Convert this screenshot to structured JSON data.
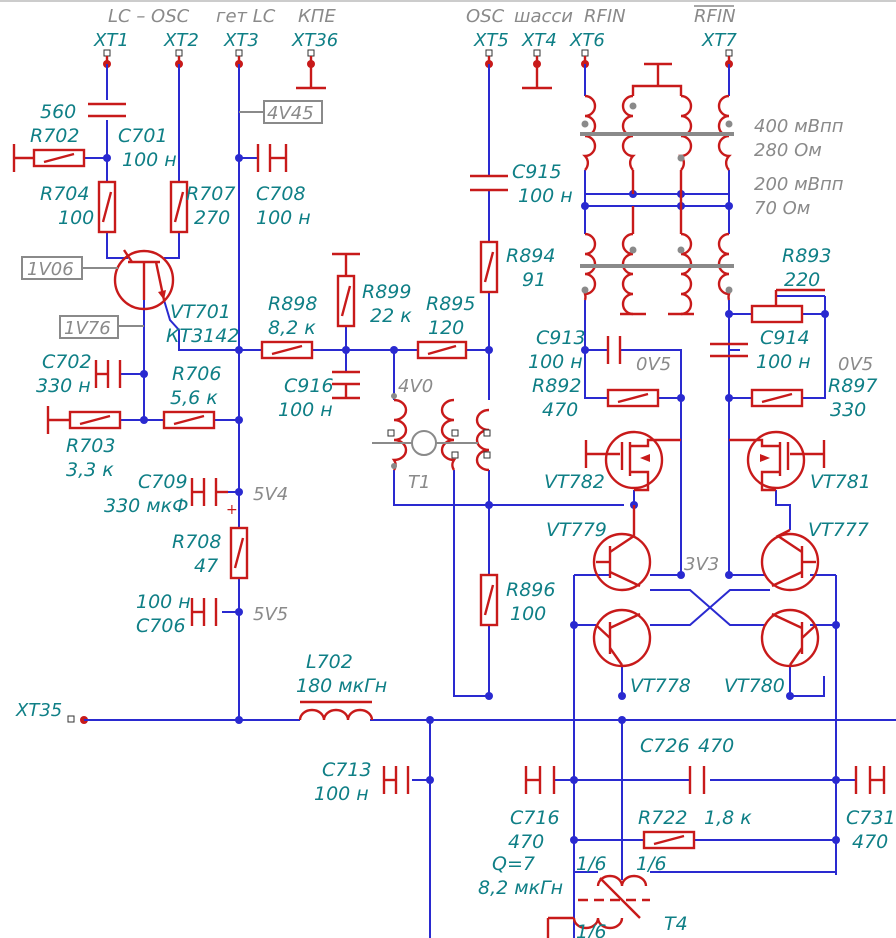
{
  "connectors": [
    {
      "id": "XT1",
      "header": "LC – OSC"
    },
    {
      "id": "XT2",
      "header": ""
    },
    {
      "id": "XT3",
      "header": "гет LC"
    },
    {
      "id": "XT36",
      "header": "КПЕ"
    },
    {
      "id": "XT5",
      "header": "OSC"
    },
    {
      "id": "XT4",
      "header": "шасси"
    },
    {
      "id": "XT6",
      "header": "RFIN"
    },
    {
      "id": "XT7",
      "header": "RFIN"
    },
    {
      "id": "XT35",
      "header": ""
    }
  ],
  "components": {
    "C_560": {
      "name": "",
      "value": "560"
    },
    "R702": {
      "name": "R702",
      "value": ""
    },
    "C701": {
      "name": "C701",
      "value": "100 н"
    },
    "R704": {
      "name": "R704",
      "value": "100"
    },
    "R707": {
      "name": "R707",
      "value": "270"
    },
    "C708": {
      "name": "C708",
      "value": "100 н"
    },
    "VT701": {
      "name": "VT701",
      "value": "КТ3142"
    },
    "C702": {
      "name": "C702",
      "value": "330 н"
    },
    "R706": {
      "name": "R706",
      "value": "5,6 к"
    },
    "R703": {
      "name": "R703",
      "value": "3,3 к"
    },
    "C709": {
      "name": "C709",
      "value": "330 мкФ"
    },
    "R708": {
      "name": "R708",
      "value": "47"
    },
    "C706": {
      "name": "C706",
      "value": "100 н"
    },
    "L702": {
      "name": "L702",
      "value": "180 мкГн"
    },
    "C713": {
      "name": "C713",
      "value": "100 н"
    },
    "R898": {
      "name": "R898",
      "value": "8,2 к"
    },
    "R899": {
      "name": "R899",
      "value": "22 к"
    },
    "R895": {
      "name": "R895",
      "value": "120"
    },
    "C916": {
      "name": "C916",
      "value": "100 н"
    },
    "T1": {
      "name": "T1",
      "value": ""
    },
    "C915": {
      "name": "C915",
      "value": "100 н"
    },
    "R894": {
      "name": "R894",
      "value": "91"
    },
    "R896": {
      "name": "R896",
      "value": "100"
    },
    "C913": {
      "name": "C913",
      "value": "100 н"
    },
    "R892": {
      "name": "R892",
      "value": "470"
    },
    "R893": {
      "name": "R893",
      "value": "220"
    },
    "C914": {
      "name": "C914",
      "value": "100 н"
    },
    "R897": {
      "name": "R897",
      "value": "330"
    },
    "VT782": {
      "name": "VT782",
      "value": ""
    },
    "VT781": {
      "name": "VT781",
      "value": ""
    },
    "VT779": {
      "name": "VT779",
      "value": ""
    },
    "VT777": {
      "name": "VT777",
      "value": ""
    },
    "VT778": {
      "name": "VT778",
      "value": ""
    },
    "VT780": {
      "name": "VT780",
      "value": ""
    },
    "C726": {
      "name": "C726",
      "value": "470"
    },
    "C716": {
      "name": "C716",
      "value": "470"
    },
    "C731": {
      "name": "C731",
      "value": "470"
    },
    "R722": {
      "name": "R722",
      "value": "1,8 к"
    },
    "T4": {
      "name": "T4",
      "value": "8,2 мкГн",
      "q": "Q=7",
      "tap1": "1/6",
      "tap2": "1/6",
      "tap3": "1/6"
    }
  },
  "net_labels": {
    "n_4V45": "4V45",
    "n_1V06": "1V06",
    "n_1V76": "1V76",
    "n_5V4": "5V4",
    "n_5V5": "5V5",
    "n_4V0": "4V0",
    "n_3V3": "3V3",
    "n_0V5a": "0V5",
    "n_0V5b": "0V5"
  },
  "transformer_notes": {
    "line1": "400 мВпп",
    "line2": "280 Ом",
    "line3": "200 мВпп",
    "line4": "70 Ом"
  },
  "colors": {
    "wire": "#2a2ad0",
    "component": "#c81a1a",
    "text": "#0f7f86",
    "net": "#8a8a8a"
  }
}
